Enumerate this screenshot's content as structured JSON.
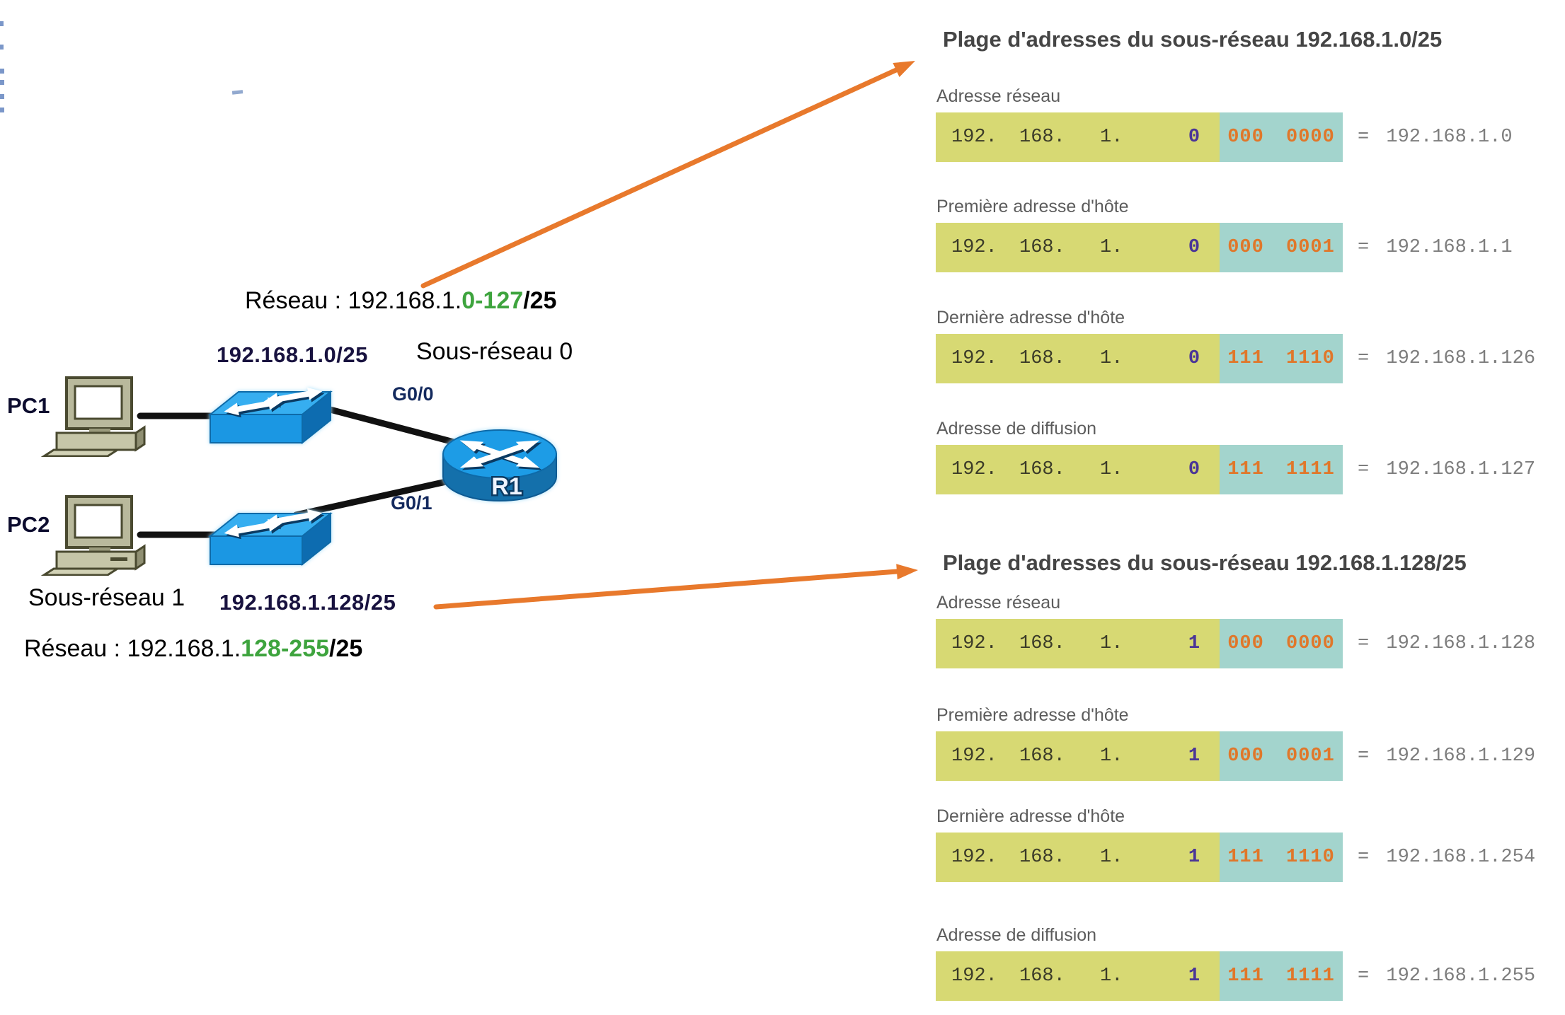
{
  "colors": {
    "bar_yellow": "#d7d973",
    "bar_teal": "#a3d4cd",
    "binary_orange": "#e0772a",
    "subnet_bit_purple": "#4a3597",
    "range_green": "#3ea43e",
    "arrow_orange": "#e8792c",
    "switch_blue": "#1b97e3",
    "router_blue": "#1d9ce6"
  },
  "diagram": {
    "subnet0": {
      "range_prefix": "Réseau : 192.168.1.",
      "range_highlight": "0-127",
      "range_suffix": "/25",
      "ip": "192.168.1.0/25",
      "name": "Sous-réseau 0"
    },
    "subnet1": {
      "name": "Sous-réseau 1",
      "ip": "192.168.1.128/25",
      "range_prefix": "Réseau : 192.168.1.",
      "range_highlight": "128-255",
      "range_suffix": "/25"
    },
    "devices": {
      "pc1": "PC1",
      "pc2": "PC2",
      "router": "R1",
      "if_top": "G0/0",
      "if_bottom": "G0/1"
    }
  },
  "tables": [
    {
      "title": "Plage d'adresses du sous-réseau 192.168.1.0/25",
      "octets": [
        "192.",
        "168.",
        "1."
      ],
      "subnet_bit": "0",
      "rows": [
        {
          "label": "Adresse réseau",
          "binary": "000 0000",
          "result": "= 192.168.1.0"
        },
        {
          "label": "Première adresse d'hôte",
          "binary": "000 0001",
          "result": "= 192.168.1.1"
        },
        {
          "label": "Dernière adresse d'hôte",
          "binary": "111 1110",
          "result": "= 192.168.1.126"
        },
        {
          "label": "Adresse de diffusion",
          "binary": "111 1111",
          "result": "= 192.168.1.127"
        }
      ]
    },
    {
      "title": "Plage d'adresses du sous-réseau 192.168.1.128/25",
      "octets": [
        "192.",
        "168.",
        "1."
      ],
      "subnet_bit": "1",
      "rows": [
        {
          "label": "Adresse réseau",
          "binary": "000 0000",
          "result": "= 192.168.1.128"
        },
        {
          "label": "Première adresse d'hôte",
          "binary": "000 0001",
          "result": "= 192.168.1.129"
        },
        {
          "label": "Dernière adresse d'hôte",
          "binary": "111 1110",
          "result": "= 192.168.1.254"
        },
        {
          "label": "Adresse de diffusion",
          "binary": "111 1111",
          "result": "= 192.168.1.255"
        }
      ]
    }
  ]
}
